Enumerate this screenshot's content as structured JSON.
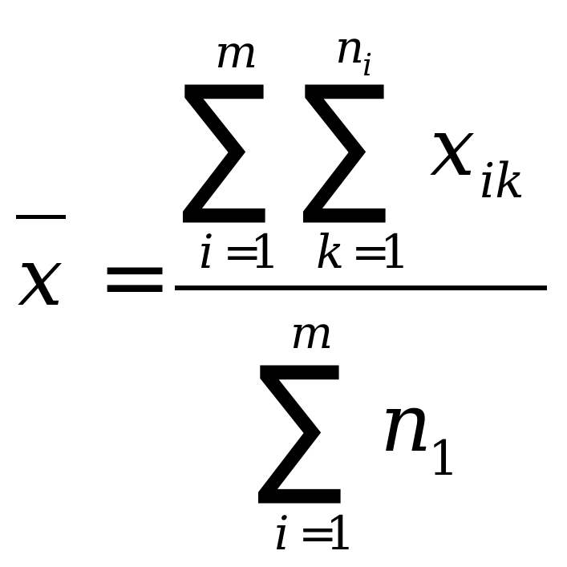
{
  "formula": {
    "lhs": {
      "variable": "x",
      "accent": "overline"
    },
    "equals": "=",
    "numerator": {
      "sum_outer": {
        "symbol": "∑",
        "upper": "m",
        "lower_var": "i",
        "lower_eq": "=",
        "lower_val": "1"
      },
      "sum_inner": {
        "symbol": "∑",
        "upper_base": "n",
        "upper_sub": "i",
        "lower_var": "k",
        "lower_eq": "=",
        "lower_val": "1"
      },
      "term": {
        "base": "x",
        "sub": "ik"
      }
    },
    "denominator": {
      "sum": {
        "symbol": "∑",
        "upper": "m",
        "lower_var": "i",
        "lower_eq": "=",
        "lower_val": "1"
      },
      "term": {
        "base": "n",
        "sub": "1"
      }
    }
  }
}
